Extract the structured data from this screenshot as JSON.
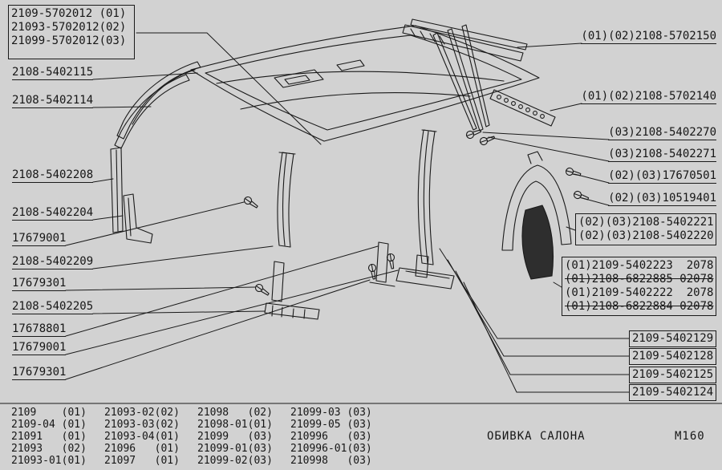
{
  "colors": {
    "background": "#d2d2d2",
    "ink": "#1a1a1a"
  },
  "header_box": {
    "lines": [
      "2109-5702012 (01)",
      "21093-5702012(02)",
      "21099-5702012(03)"
    ]
  },
  "left_labels": [
    "2108-5402115",
    "2108-5402114",
    "2108-5402208",
    "2108-5402204",
    "17679001",
    "2108-5402209",
    "17679301",
    "2108-5402205",
    "17678801",
    "17679001",
    "17679301"
  ],
  "right_labels": [
    "(01)(02)2108-5702150",
    "(01)(02)2108-5702140",
    "(03)2108-5402270",
    "(03)2108-5402271",
    "(02)(03)17670501",
    "(02)(03)10519401"
  ],
  "pair_box": {
    "lines": [
      "(02)(03)2108-5402221",
      "(02)(03)2108-5402220"
    ]
  },
  "quad_box": {
    "lines": [
      "(01)2109-5402223  2078",
      "(01)2108-6822885 02078",
      "(01)2109-5402222  2078",
      "(01)2108-6822884 02078"
    ]
  },
  "stack_boxes": [
    "2109-5402129",
    "2109-5402128",
    "2109-5402125",
    "2109-5402124"
  ],
  "footer": {
    "rows": [
      [
        "2109    (01)",
        "21093-02(02)",
        "21098   (02)",
        "21099-03 (03)"
      ],
      [
        "2109-04 (01)",
        "21093-03(02)",
        "21098-01(01)",
        "21099-05 (03)"
      ],
      [
        "21091   (01)",
        "21093-04(01)",
        "21099   (03)",
        "210996   (03)"
      ],
      [
        "21093   (02)",
        "21096   (01)",
        "21099-01(03)",
        "210996-01(03)"
      ],
      [
        "21093-01(01)",
        "21097   (01)",
        "21099-02(03)",
        "210998   (03)"
      ]
    ],
    "caption": "ОБИВКА САЛОНА",
    "page_code": "M160"
  }
}
